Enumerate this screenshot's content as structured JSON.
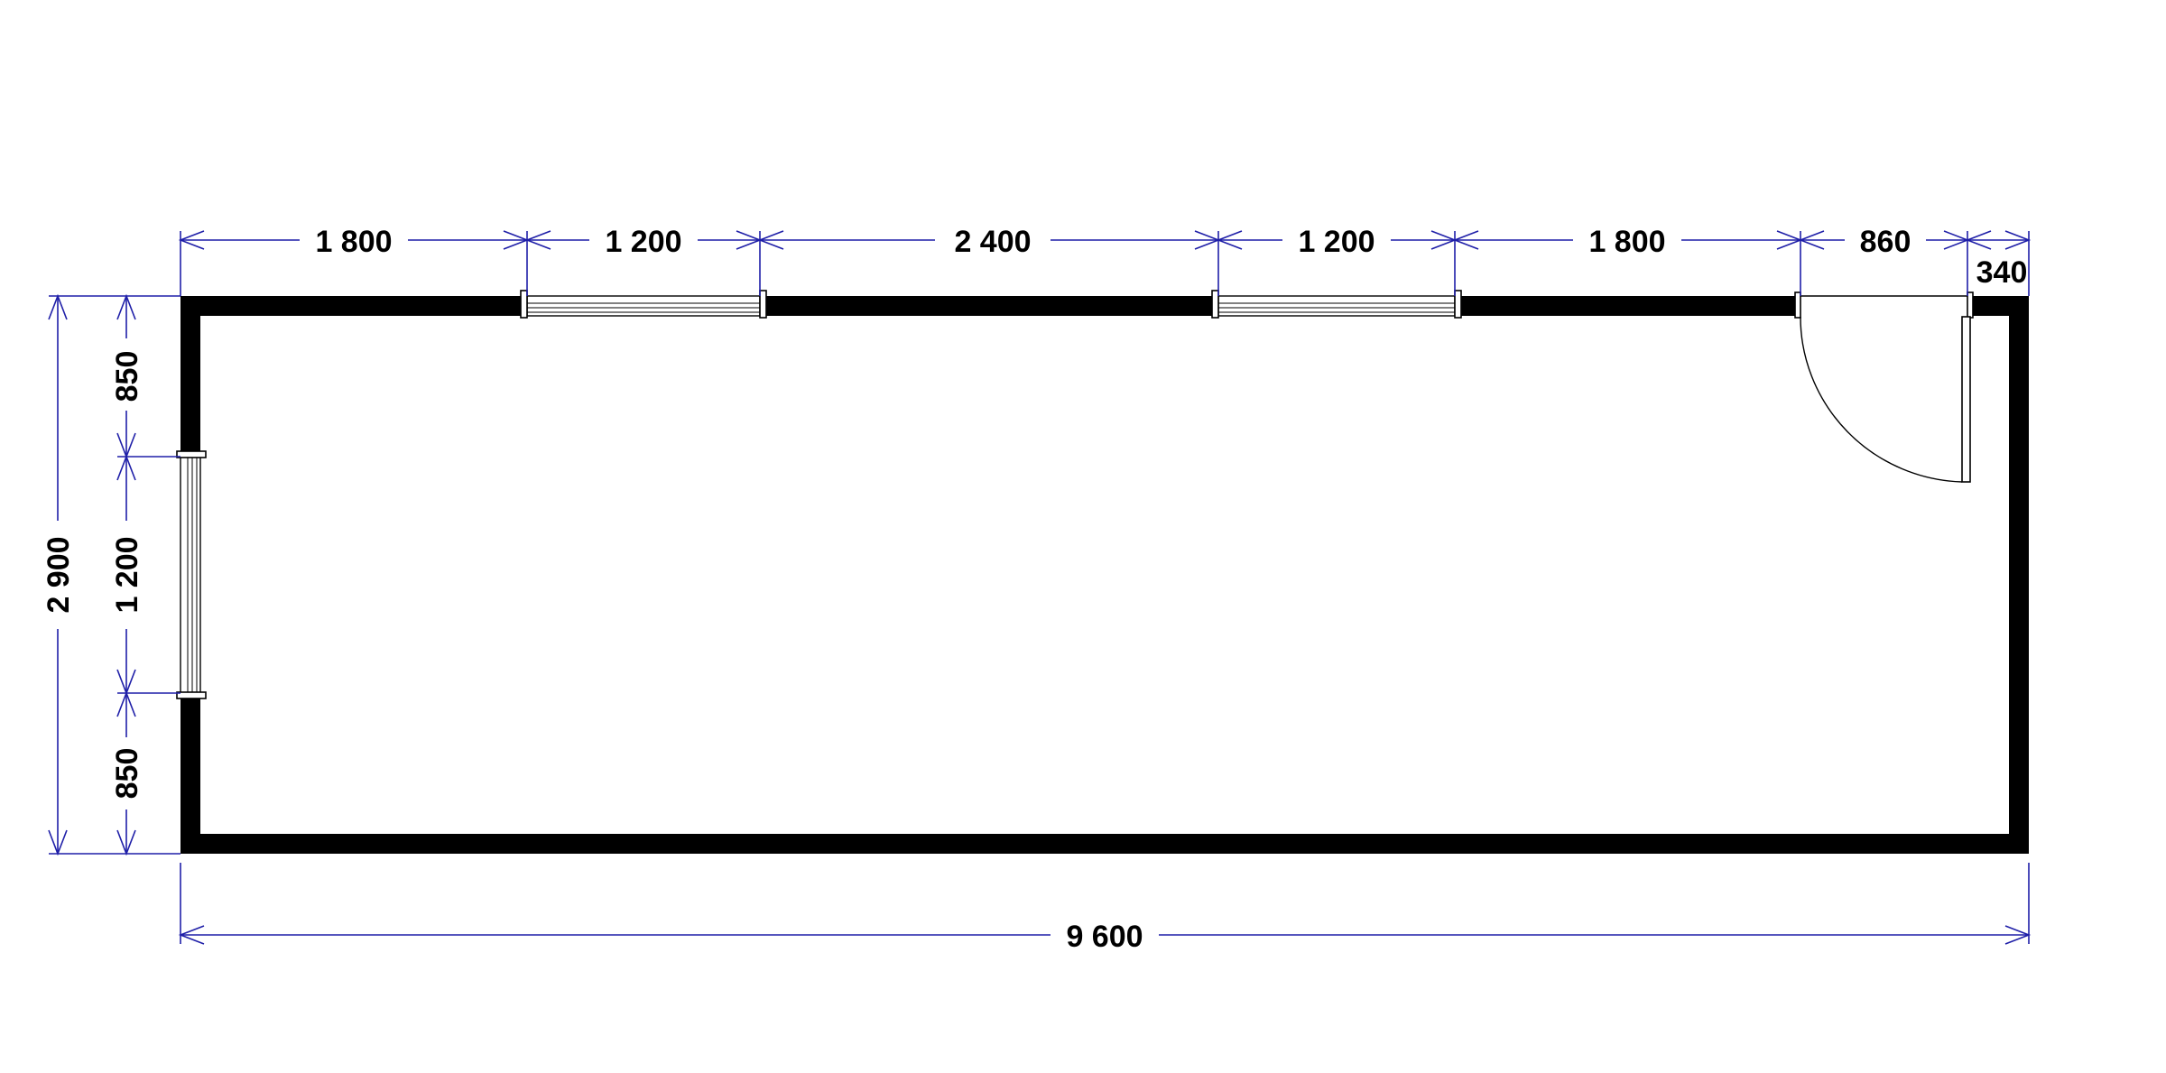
{
  "dimensions": {
    "top": [
      {
        "label": "1 800",
        "value_mm": 1800
      },
      {
        "label": "1 200",
        "value_mm": 1200
      },
      {
        "label": "2 400",
        "value_mm": 2400
      },
      {
        "label": "1 200",
        "value_mm": 1200
      },
      {
        "label": "1 800",
        "value_mm": 1800
      },
      {
        "label": "860",
        "value_mm": 860
      },
      {
        "label": "340",
        "value_mm": 340
      }
    ],
    "left_segments": [
      {
        "label": "850",
        "value_mm": 850
      },
      {
        "label": "1 200",
        "value_mm": 1200
      },
      {
        "label": "850",
        "value_mm": 850
      }
    ],
    "left_total": {
      "label": "2 900",
      "value_mm": 2900
    },
    "bottom_total": {
      "label": "9 600",
      "value_mm": 9600
    }
  },
  "openings": {
    "top_windows": 2,
    "left_windows": 1,
    "doors": 1
  },
  "colors": {
    "dimension_lines": "#1f1fa8",
    "walls": "#000000",
    "text": "#000000",
    "background": "#ffffff"
  }
}
